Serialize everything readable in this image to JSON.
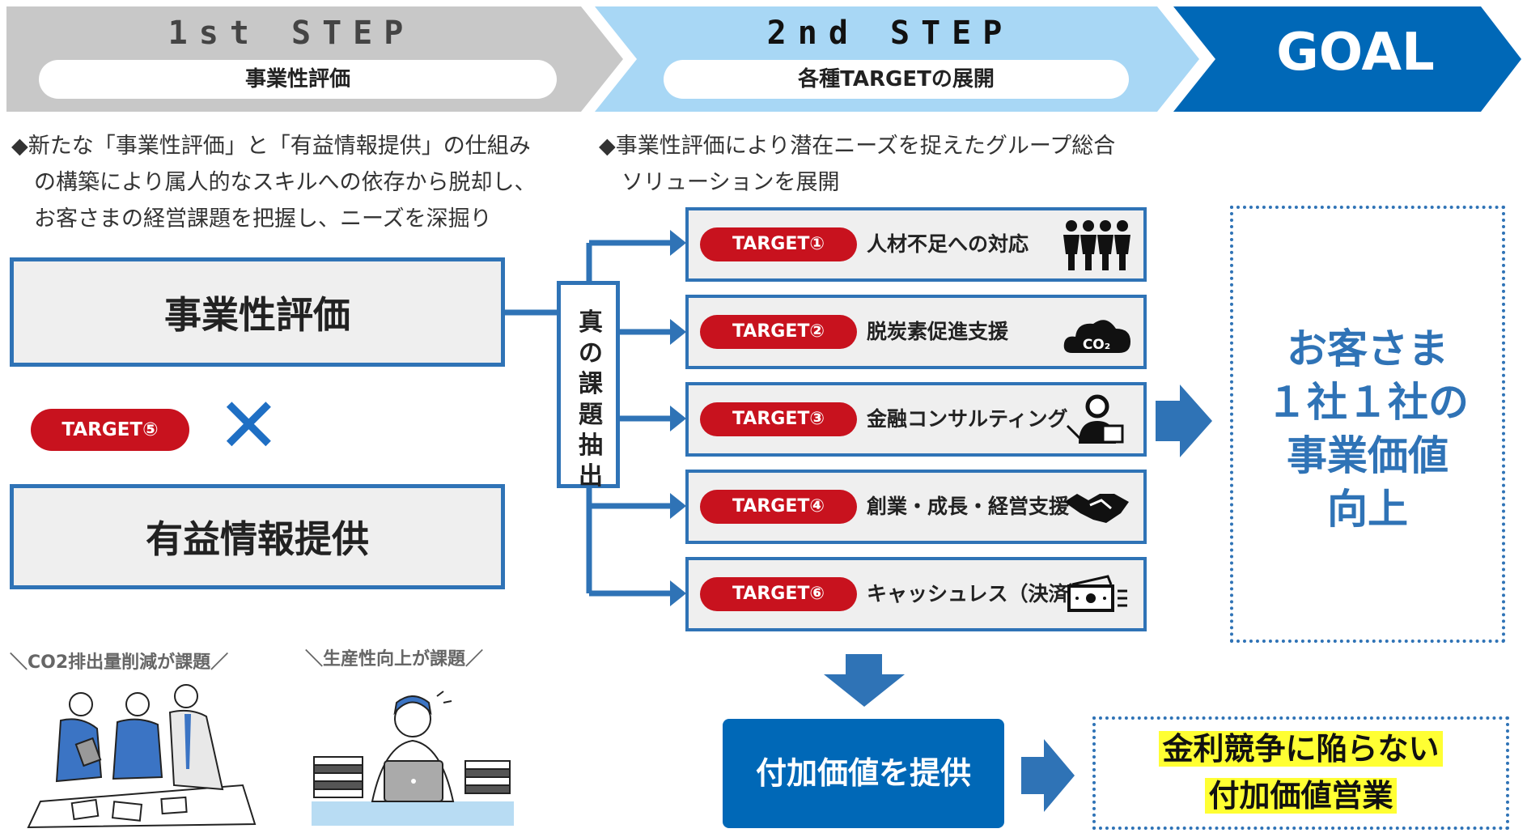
{
  "header": {
    "step1_title": "1st STEP",
    "step1_sub": "事業性評価",
    "step2_title": "2nd STEP",
    "step2_sub": "各種TARGETの展開",
    "goal_title": "GOAL"
  },
  "left": {
    "desc_lines": [
      "◆新たな「事業性評価」と「有益情報提供」の仕組み",
      "の構築により属人的なスキルへの依存から脱却し、",
      "お客さまの経営課題を把握し、ニーズを深掘り"
    ],
    "box1": "事業性評価",
    "target5": "TARGET⑤",
    "times": "✕",
    "box2": "有益情報提供",
    "caption1": "＼CO2排出量削減が課題／",
    "caption2": "＼生産性向上が課題／"
  },
  "middle": {
    "desc_lines": [
      "◆事業性評価により潜在ニーズを捉えたグループ総合",
      "ソリューションを展開"
    ],
    "vertical_label": [
      "真",
      "の",
      "課",
      "題",
      "抽",
      "出"
    ],
    "targets": [
      {
        "badge": "TARGET①",
        "label": "人材不足への対応",
        "icon": "people-icon"
      },
      {
        "badge": "TARGET②",
        "label": "脱炭素促進支援",
        "icon": "co2-cloud-icon"
      },
      {
        "badge": "TARGET③",
        "label": "金融コンサルティング",
        "icon": "consultant-icon"
      },
      {
        "badge": "TARGET④",
        "label": "創業・成長・経営支援",
        "icon": "handshake-icon"
      },
      {
        "badge": "TARGET⑥",
        "label": "キャッシュレス（決済）",
        "icon": "cash-icon"
      }
    ],
    "co2_text": "CO₂",
    "value_box": "付加価値を提供"
  },
  "goal": {
    "lines": [
      "お客さま",
      "１社１社の",
      "事業価値",
      "向上"
    ],
    "bottom_lines": [
      "金利競争に陥らない",
      "付加価値営業"
    ]
  },
  "colors": {
    "blue": "#2f73b6",
    "navy": "#0068b7",
    "red": "#c8121e",
    "gray_step": "#c8c8c8",
    "light_blue_step": "#a8d7f5",
    "highlight": "#ffff33"
  }
}
